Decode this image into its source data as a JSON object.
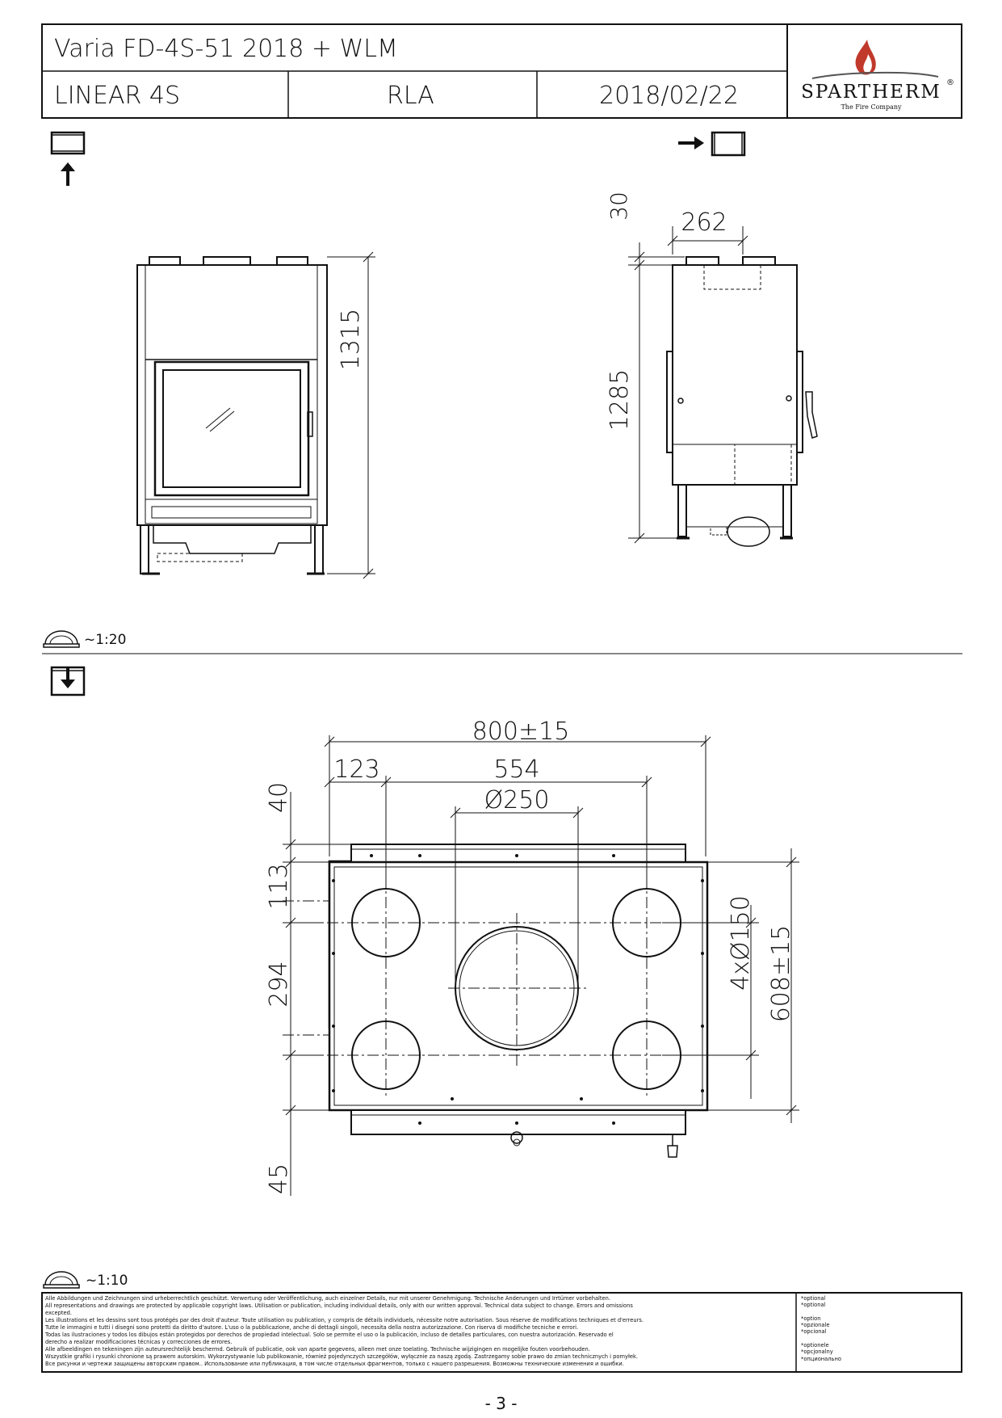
{
  "title_block": {
    "title": "Varia FD-4S-51 2018 + WLM",
    "model": "LINEAR 4S",
    "code": "RLA",
    "date": "2018/02/22"
  },
  "logo": {
    "brand": "SPARTHERM",
    "tagline": "The Fire Company",
    "registered": "®"
  },
  "views": {
    "front_icon": "front-view-icon",
    "side_icon": "side-view-icon",
    "top_icon": "top-view-icon"
  },
  "front_view": {
    "height_dim": "1315"
  },
  "side_view": {
    "top_dim": "30",
    "width_dim": "262",
    "height_dim": "1285"
  },
  "scale_upper": "~1:20",
  "top_view": {
    "width_dim": "800±15",
    "offset_dim": "123",
    "spacing_dim": "554",
    "center_dia_dim": "Ø250",
    "outlet_dia_dim": "4xØ150",
    "depth_dim": "608±15",
    "front_dim": "40",
    "row1_dim": "113",
    "row_spacing_dim": "294",
    "back_dim": "45"
  },
  "scale_lower": "~1:10",
  "legal_lines": [
    "Alle Abbildungen und Zeichnungen sind urheberrechtlich geschützt. Verwertung oder Veröffentlichung, auch einzelner Details, nur mit unserer Genehmigung. Technische Änderungen und Irrtümer vorbehalten.",
    "All representations and drawings are protected by applicable copyright laws. Utilisation or publication, including individual details, only with our written approval. Technical data subject to change. Errors and omissions",
    "excepted.",
    "Les illustrations et les dessins sont tous protégés par des droit d'auteur. Toute utilisation ou publication, y compris de détails individuels, nécessite notre autorisation. Sous réserve de modifications techniques et d'erreurs.",
    "Tutte le immagini e tutti i disegni sono protetti da diritto d'autore. L'uso o la pubblicazione, anche di dettagli singoli, necessita della nostra autorizzazione. Con riserva di modifiche tecniche e errori.",
    "Todas las ilustraciones y todos los dibujos están protegidos por derechos de propiedad intelectual. Solo se permite el uso o la publicación, incluso de detalles particulares, con nuestra autorización. Reservado el",
    "derecho a realizar modificaciones técnicas y correcciones de errores.",
    "Alle afbeeldingen en tekeningen zijn auteursrechtelijk beschermd. Gebruik of publicatie, ook van aparte gegevens, alleen met onze toelating. Technische wijzigingen en mogelijke fouten voorbehouden.",
    "Wszystkie grafiki i rysunki chronione są prawem autorskim. Wykorzystywanie lub publikowanie, również pojedynczych szczegółów, wyłącznie za naszą zgodą. Zastrzegamy sobie prawo do zmian technicznych i pomyłek.",
    "Все рисунки и чертежи защищены авторским правом.. Использование или публикация, в том числе отдельных фрагментов, только с нашего разрешения. Возможны технические изменения и ошибки."
  ],
  "optional_lines": [
    "*optional",
    "*optional",
    "",
    "*option",
    "*opzionale",
    "*opcional",
    "",
    "*optionele",
    "*opcjonalny",
    "*опционально"
  ],
  "page_number": "- 3 -"
}
